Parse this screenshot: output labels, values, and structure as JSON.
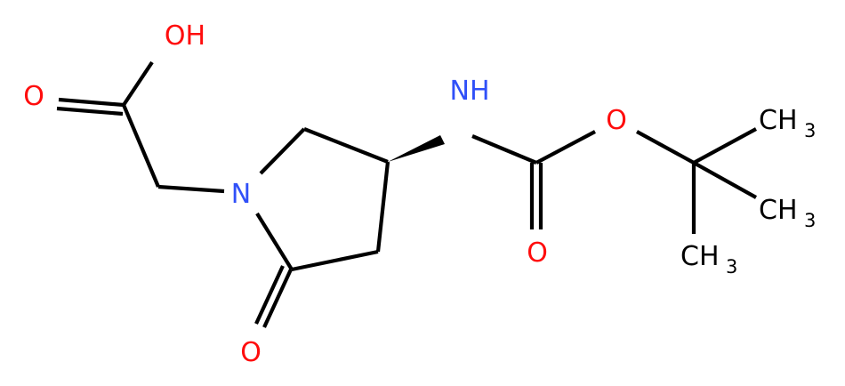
{
  "colors": {
    "background": "#ffffff",
    "bond": "#000000",
    "oxygen": "#ff0d0d",
    "nitrogen": "#3050f8",
    "carbon": "#000000"
  },
  "atoms": {
    "hydroxyl": "OH",
    "acid_carbonyl_o": "O",
    "ring_n": "N",
    "lactam_o": "O",
    "amide_nh": "NH",
    "carbamate_o_carbonyl": "O",
    "ester_o": "O",
    "methyl_1": "CH",
    "methyl_1_sub": "3",
    "methyl_2": "CH",
    "methyl_2_sub": "3",
    "methyl_3": "CH",
    "methyl_3_sub": "3"
  }
}
